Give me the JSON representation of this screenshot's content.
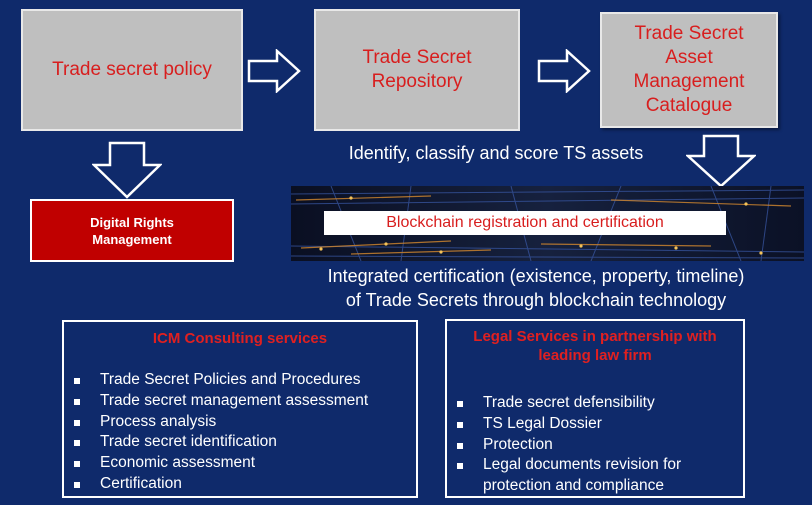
{
  "stages": [
    {
      "id": "policy",
      "label": "Trade secret policy"
    },
    {
      "id": "repository",
      "label": "Trade Secret\nRepository"
    },
    {
      "id": "catalogue",
      "label": "Trade Secret\nAsset\nManagement\nCatalogue"
    }
  ],
  "identify_caption": "Identify, classify and score TS assets",
  "drm_label": "Digital Rights\nManagement",
  "blockchain_label": "Blockchain registration and certification",
  "integrated_caption": {
    "line1": "Integrated certification (existence, property, timeline)",
    "line2": "of Trade Secrets through blockchain technology"
  },
  "icm": {
    "title": "ICM Consulting services",
    "items": [
      "Trade Secret Policies and Procedures",
      "Trade secret management assessment",
      "Process analysis",
      "Trade secret identification",
      "Economic assessment",
      "Certification"
    ]
  },
  "legal": {
    "title": "Legal Services in partnership with\nleading law firm",
    "items": [
      "Trade secret defensibility",
      "TS Legal Dossier",
      "Protection",
      "Legal documents revision for\nprotection and compliance"
    ]
  },
  "colors": {
    "background": "#0f2a6b",
    "stage_fill": "#bfbfbf",
    "stage_text": "#d81e1e",
    "drm_fill": "#c00000",
    "title_red": "#e02020"
  }
}
